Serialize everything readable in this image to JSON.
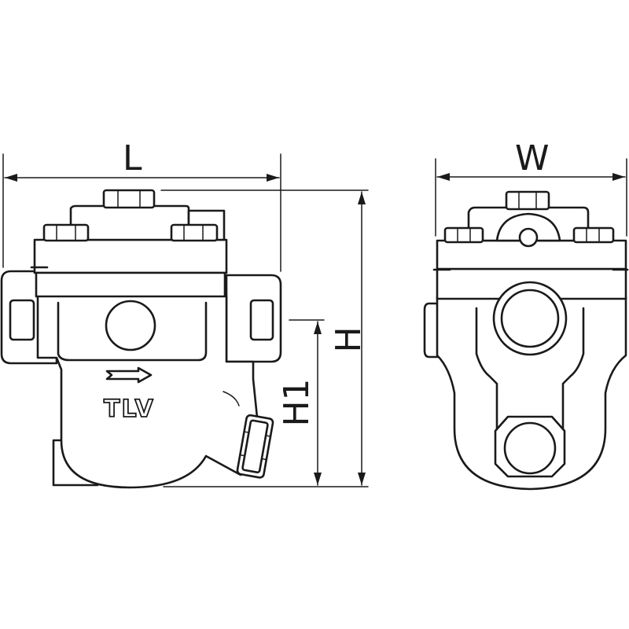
{
  "dimensions": {
    "length_label": "L",
    "width_label": "W",
    "height_label": "H",
    "inlet_height_label": "H1"
  },
  "product": {
    "brand_mark": "TLV",
    "flow_arrow_icon": "flow-direction-arrow-icon"
  },
  "colors": {
    "line": "#1a1a1a",
    "background": "#ffffff"
  }
}
